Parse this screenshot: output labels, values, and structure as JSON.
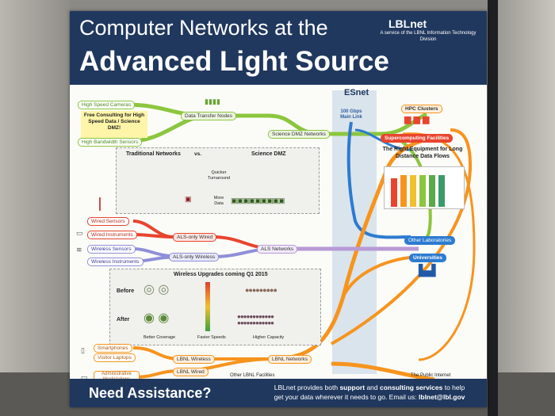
{
  "poster": {
    "title_line1": "Computer Networks at the",
    "title_line2": "Advanced Light Source",
    "brand": "LBLnet",
    "brand_sub": "A service of the LBNL Information Technology Division"
  },
  "esnet": {
    "name": "ESnet",
    "link": "100 Gbps Main Link"
  },
  "left_nodes": {
    "high_speed_cameras": "High Speed Cameras",
    "high_bandwidth_sensors": "High Bandwidth Sensors",
    "consulting": "Free Consulting for High Speed Data / Science DMZ!",
    "data_transfer_nodes": "Data Transfer Nodes",
    "wired_sensors": "Wired Sensors",
    "wired_instruments": "Wired Instruments",
    "wireless_sensors": "Wireless Sensors",
    "wireless_instruments": "Wireless Instruments",
    "smartphones": "Smartphones",
    "visitor_laptops": "Visitor Laptops",
    "admin_workstations": "Administrative Workstations"
  },
  "networks": {
    "science_dmz": "Science DMZ Networks",
    "als_wired": "ALS-only Wired",
    "als_wireless": "ALS-only Wireless",
    "als_networks": "ALS Networks",
    "lbnl_wireless": "LBNL Wireless",
    "lbnl_wired": "LBNL Wired",
    "lbnl_networks": "LBNL Networks",
    "other_lbnl_facilities": "Other LBNL Facilities",
    "public_internet": "The Public Internet"
  },
  "right_nodes": {
    "hpc": "HPC Clusters",
    "supercomputing": "Supercomputing Facilities",
    "right_equipment": "The Right Equipment for Long Distance Data Flows",
    "other_labs": "Other Laboratories",
    "universities": "Universities"
  },
  "comparison": {
    "traditional": "Traditional Networks",
    "vs": "vs.",
    "science_dmz": "Science DMZ",
    "quicker": "Quicker Turnaround",
    "more_data": "More Data"
  },
  "wireless_upgrades": {
    "title": "Wireless Upgrades coming Q1 2015",
    "before": "Before",
    "after": "After",
    "better_coverage": "Better Coverage",
    "faster_speeds": "Faster Speeds",
    "higher_capacity": "Higher Capacity"
  },
  "footer": {
    "need_assistance": "Need Assistance?",
    "line1_a": "LBLnet provides both ",
    "line1_b": "support",
    "line1_c": " and ",
    "line1_d": "consulting services",
    "line1_e": " to help",
    "line2_a": "get your data wherever it needs to go. Email us: ",
    "line2_b": "lblnet@lbl.gov"
  },
  "colors": {
    "navy": "#21385e",
    "green": "#8cc63f",
    "orange": "#f7941d",
    "blue": "#2c7bd1",
    "red": "#e8442e",
    "purple": "#b79ad6"
  }
}
